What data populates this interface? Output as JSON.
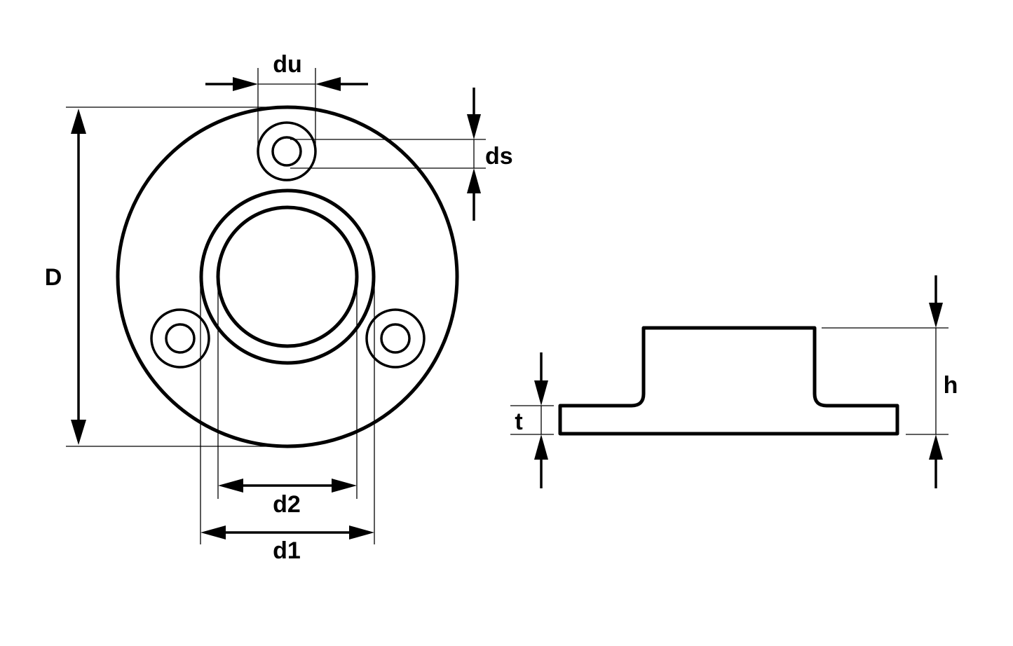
{
  "labels": {
    "du": "du",
    "ds": "ds",
    "D": "D",
    "d2": "d2",
    "d1": "d1",
    "t": "t",
    "h": "h"
  }
}
